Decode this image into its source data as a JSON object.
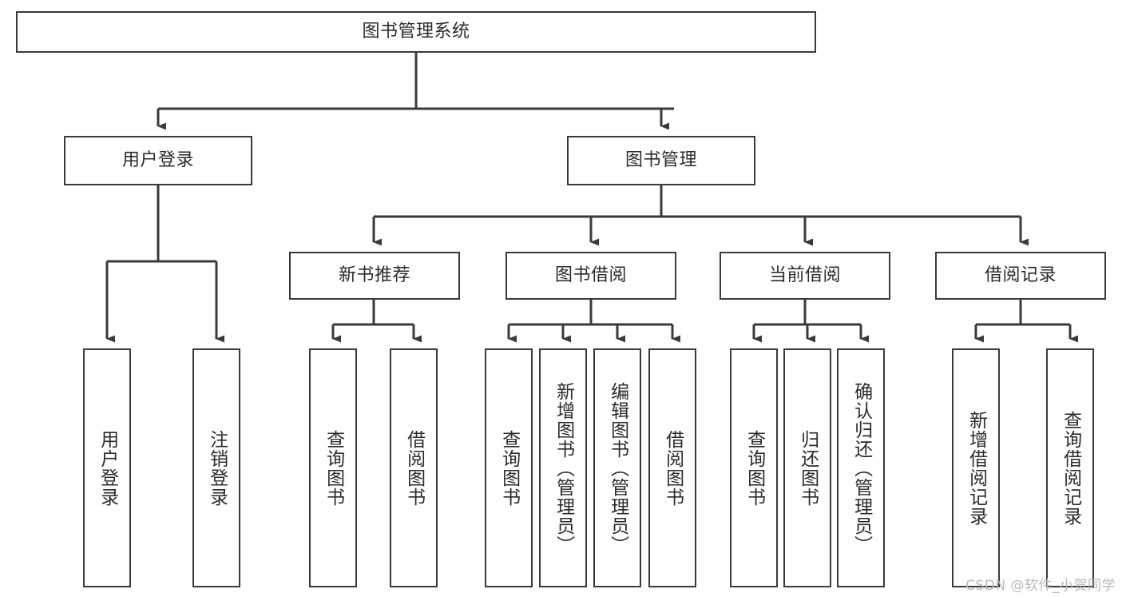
{
  "diagram": {
    "type": "tree",
    "title": "图书管理系统",
    "watermark": "CSDN @软件_小贺同学",
    "colors": {
      "box_border": "#3a3a3a",
      "box_fill": "#ffffff",
      "connector": "#3a3a3a",
      "text": "#2b2b2b",
      "watermark": "#b9b9b9"
    },
    "nodes": {
      "root": {
        "label": "图书管理系统",
        "level": 1
      },
      "user_login": {
        "label": "用户登录",
        "level": 2
      },
      "book_manage": {
        "label": "图书管理",
        "level": 2
      },
      "new_book_rec": {
        "label": "新书推荐",
        "level": 3
      },
      "book_borrow": {
        "label": "图书借阅",
        "level": 3
      },
      "current_borrow": {
        "label": "当前借阅",
        "level": 3
      },
      "borrow_record": {
        "label": "借阅记录",
        "level": 3
      },
      "leaf_user_login": {
        "label": "用户登录",
        "level": 3
      },
      "leaf_logout": {
        "label": "注销登录",
        "level": 3
      },
      "leaf_query_book_1": {
        "label": "查询图书",
        "level": 4
      },
      "leaf_borrow_book_1": {
        "label": "借阅图书",
        "level": 4
      },
      "leaf_query_book_2": {
        "label": "查询图书",
        "level": 4
      },
      "leaf_add_book": {
        "label": "新增图书（管理员）",
        "level": 4
      },
      "leaf_edit_book": {
        "label": "编辑图书（管理员）",
        "level": 4
      },
      "leaf_borrow_book_2": {
        "label": "借阅图书",
        "level": 4
      },
      "leaf_query_book_3": {
        "label": "查询图书",
        "level": 4
      },
      "leaf_return_book": {
        "label": "归还图书",
        "level": 4
      },
      "leaf_confirm_return": {
        "label": "确认归还（管理员）",
        "level": 4
      },
      "leaf_add_record": {
        "label": "新增借阅记录",
        "level": 4
      },
      "leaf_query_record": {
        "label": "查询借阅记录",
        "level": 4
      }
    },
    "edges": [
      {
        "from": "root",
        "to": "user_login"
      },
      {
        "from": "root",
        "to": "book_manage"
      },
      {
        "from": "user_login",
        "to": "leaf_user_login"
      },
      {
        "from": "user_login",
        "to": "leaf_logout"
      },
      {
        "from": "book_manage",
        "to": "new_book_rec"
      },
      {
        "from": "book_manage",
        "to": "book_borrow"
      },
      {
        "from": "book_manage",
        "to": "current_borrow"
      },
      {
        "from": "book_manage",
        "to": "borrow_record"
      },
      {
        "from": "new_book_rec",
        "to": "leaf_query_book_1"
      },
      {
        "from": "new_book_rec",
        "to": "leaf_borrow_book_1"
      },
      {
        "from": "book_borrow",
        "to": "leaf_query_book_2"
      },
      {
        "from": "book_borrow",
        "to": "leaf_add_book"
      },
      {
        "from": "book_borrow",
        "to": "leaf_edit_book"
      },
      {
        "from": "book_borrow",
        "to": "leaf_borrow_book_2"
      },
      {
        "from": "current_borrow",
        "to": "leaf_query_book_3"
      },
      {
        "from": "current_borrow",
        "to": "leaf_return_book"
      },
      {
        "from": "current_borrow",
        "to": "leaf_confirm_return"
      },
      {
        "from": "borrow_record",
        "to": "leaf_add_record"
      },
      {
        "from": "borrow_record",
        "to": "leaf_query_record"
      }
    ]
  }
}
